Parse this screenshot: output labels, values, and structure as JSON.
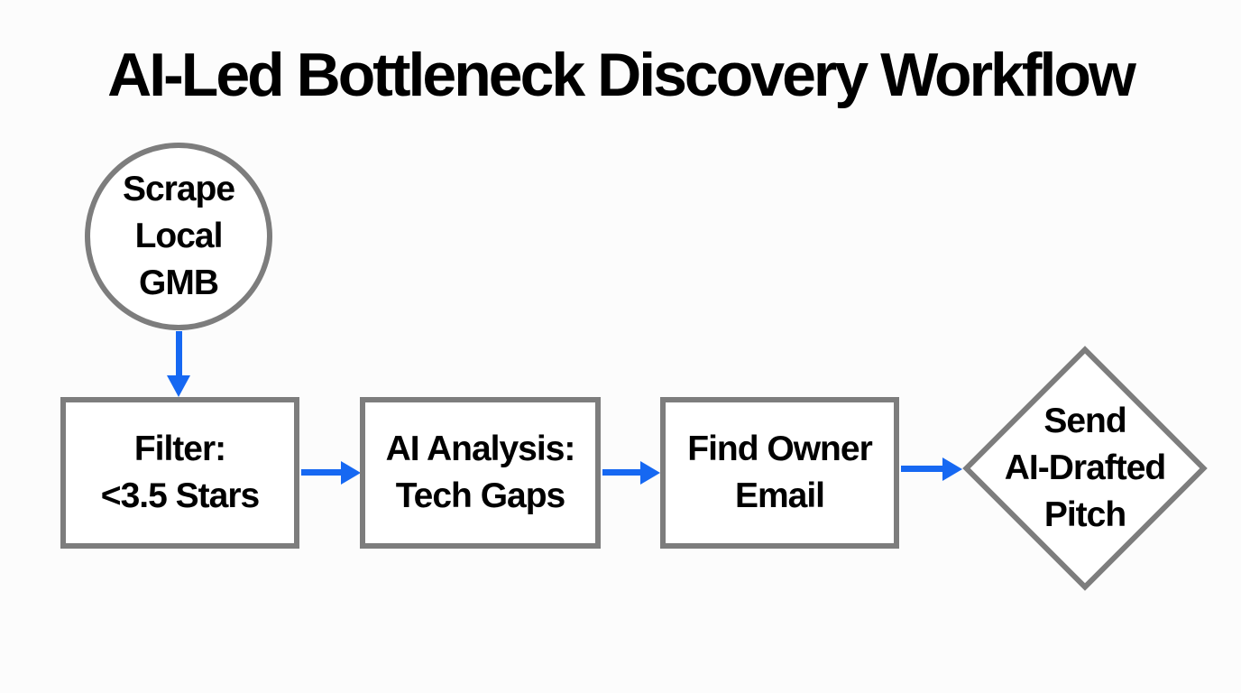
{
  "title": "AI-Led Bottleneck Discovery Workflow",
  "colors": {
    "page_bg": "#fcfcfc",
    "node_fill": "#ffffff",
    "node_border": "#7d7d7d",
    "arrow": "#1668f2",
    "text": "#000000"
  },
  "nodes": [
    {
      "id": "scrape-local-gmb",
      "type": "circle",
      "label": "Scrape\nLocal\nGMB"
    },
    {
      "id": "filter-stars",
      "type": "rect",
      "label": "Filter:\n<3.5 Stars"
    },
    {
      "id": "ai-analysis",
      "type": "rect",
      "label": "AI Analysis:\nTech Gaps"
    },
    {
      "id": "find-owner-email",
      "type": "rect",
      "label": "Find Owner\nEmail"
    },
    {
      "id": "send-pitch",
      "type": "diamond",
      "label": "Send\nAI-Drafted\nPitch"
    }
  ],
  "edges": [
    {
      "from": "scrape-local-gmb",
      "to": "filter-stars",
      "direction": "down"
    },
    {
      "from": "filter-stars",
      "to": "ai-analysis",
      "direction": "right"
    },
    {
      "from": "ai-analysis",
      "to": "find-owner-email",
      "direction": "right"
    },
    {
      "from": "find-owner-email",
      "to": "send-pitch",
      "direction": "right"
    }
  ]
}
